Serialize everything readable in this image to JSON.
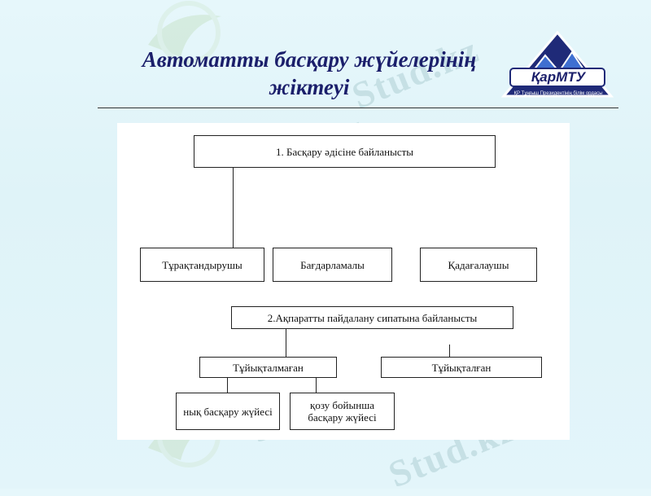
{
  "title": "Автоматты басқару жүйелерінің жіктеуі",
  "logo": {
    "name": "ҚарМТУ",
    "subtitle": "ҚР Тұңғыш Президентінің білім ордасы"
  },
  "watermark": "Stud.kz",
  "diagram": {
    "root1": "1. Басқару әдісіне байланысты",
    "root1_children": [
      "Тұрақтандырушы",
      "Бағдарламалы",
      "Қадағалаушы"
    ],
    "root2": "2.Ақпаратты пайдалану сипатына  байланысты",
    "root2_children": [
      "Тұйықталмаған",
      "Тұйықталған"
    ],
    "open_children": [
      "нық басқару жүйесі",
      "қозу бойынша басқару жүйесі"
    ]
  },
  "colors": {
    "title": "#1b1f6b",
    "background": "#e3f5fa",
    "logo_fill": "#1f2a78"
  }
}
